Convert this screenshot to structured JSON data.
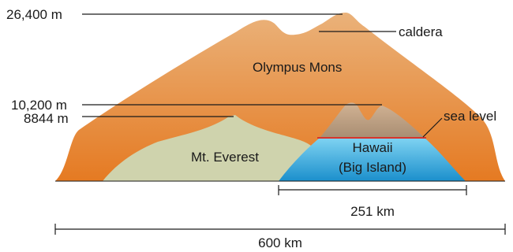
{
  "labels": {
    "height_olympus": "26,400 m",
    "height_hawaii": "10,200 m",
    "height_everest": "8844 m",
    "caldera": "caldera",
    "sea_level": "sea level",
    "olympus": "Olympus Mons",
    "everest": "Mt. Everest",
    "hawaii_line1": "Hawaii",
    "hawaii_line2": "(Big Island)",
    "width_hawaii": "251 km",
    "width_olympus": "600 km"
  },
  "colors": {
    "olympus_top": "#e9a96a",
    "olympus_bottom": "#e57a22",
    "everest": "#cfd3ad",
    "hawaii_above_top": "#c9a98a",
    "hawaii_above_bottom": "#a88d72",
    "hawaii_below_top": "#7ad0f0",
    "hawaii_below_bottom": "#1b92cf",
    "sea_level": "#d8342c",
    "ink": "#1a1a1a"
  }
}
